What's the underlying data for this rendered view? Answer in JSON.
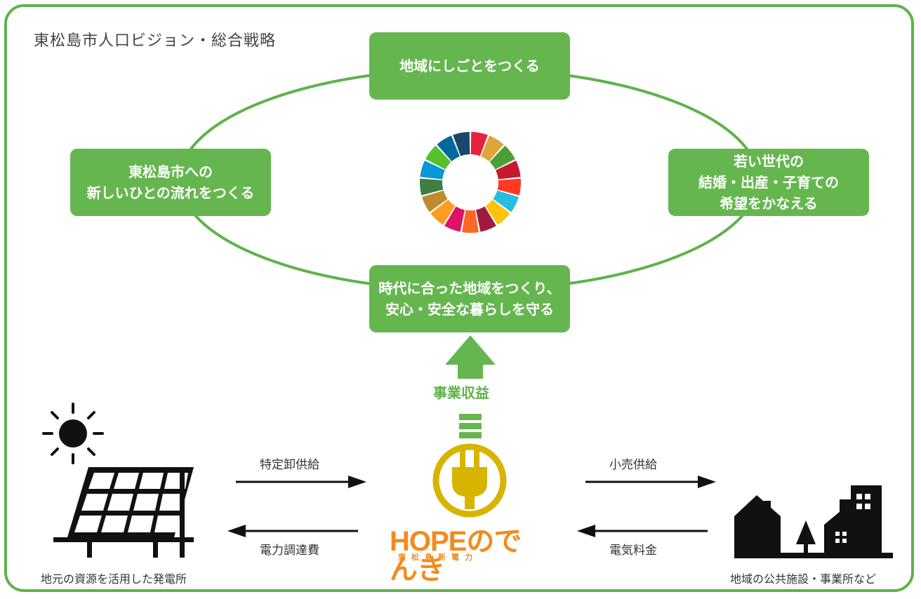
{
  "title": "東松島市人口ビジョン・総合戦略",
  "boxes": {
    "top": "地域にしごとをつくる",
    "left": "東松島市への\n新しいひとの流れをつくる",
    "right": "若い世代の\n結婚・出産・子育ての\n希望をかなえる",
    "bottom": "時代に合った地域をつくり、\n安心・安全な暮らしを守る"
  },
  "revenue_label": "事業収益",
  "flows": {
    "specific_wholesale": "特定卸供給",
    "procurement_cost": "電力調達費",
    "retail_supply": "小売供給",
    "electricity_fee": "電気料金"
  },
  "captions": {
    "power_plant": "地元の資源を活用した発電所",
    "facilities": "地域の公共施設・事業所など"
  },
  "logo": {
    "main": "HOPEのでんき",
    "sub": "東松島新電力"
  },
  "colors": {
    "green": "#66b650",
    "frame_green": "#5fb24a",
    "orange": "#f28b1e",
    "plug_yellow": "#d6b400",
    "dark": "#222222"
  },
  "icons": [
    "sdgs-wheel-icon",
    "sun-icon",
    "solar-panel-icon",
    "plug-icon",
    "buildings-icon",
    "tree-icon"
  ]
}
